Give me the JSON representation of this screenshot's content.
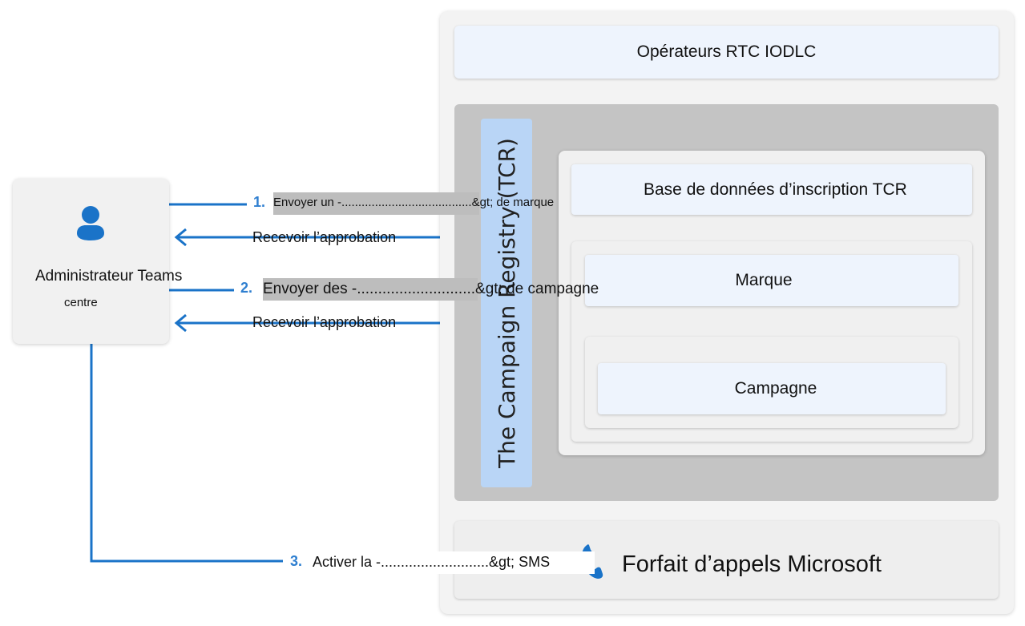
{
  "left": {
    "admin_title": "Administrateur Teams",
    "admin_subtitle": "centre"
  },
  "flows": {
    "step1_num": "1.",
    "step1_text": "Envoyer un -.......................................&gt; de marque",
    "receive1": "Recevoir l’approbation",
    "step2_num": "2.",
    "step2_text": "Envoyer des -............................&gt; de campagne",
    "receive2": "Recevoir l’approbation",
    "step3_num": "3.",
    "step3_text": "Activer la -...........................&gt; SMS"
  },
  "right": {
    "carriers": "Opérateurs RTC IODLC",
    "tcr_title": "The Campaign Registry (TCR)",
    "tcr_db": "Base de données d’inscription TCR",
    "brand": "Marque",
    "campaign": "Campagne",
    "calling_plan": "Forfait d’appels Microsoft"
  },
  "colors": {
    "accent_blue": "#1a73c8",
    "tcr_bar": "#b9d5f6",
    "tcr_box": "#c4c4c4"
  },
  "icons": {
    "admin": "person-icon",
    "calling": "phone-icon"
  }
}
